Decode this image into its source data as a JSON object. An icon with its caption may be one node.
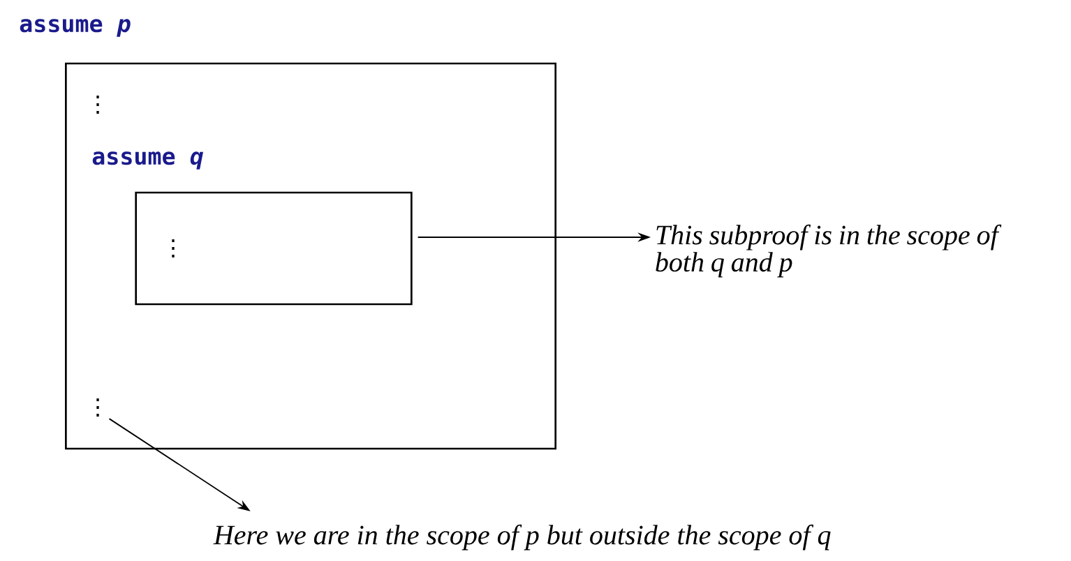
{
  "diagram": {
    "nodes": [
      {
        "text": [
          "**assume** *p*",
          "⋮"
        ]
      },
      {
        "text": [
          "**assume** *q*",
          "⋮"
        ],
        "in": 0
      },
      {
        "text": [
          "⋮"
        ],
        "in": 0
      },
      {
        "text": [
          "This subproof is in the scope of both q and p"
        ]
      },
      {
        "text": [
          "Here we are in the scope of p but outside the scope of q"
        ]
      }
    ],
    "edges": [
      {
        "from": 1,
        "to": 3,
        "arrow": "to"
      },
      {
        "from": 2,
        "to": 4,
        "arrow": "to"
      }
    ]
  }
}
